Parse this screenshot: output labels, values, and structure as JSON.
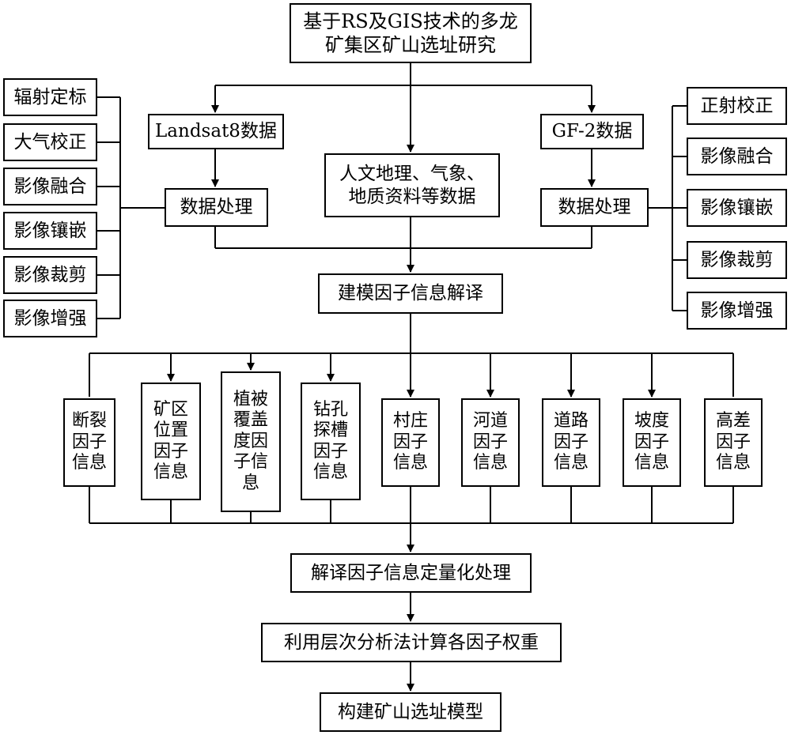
{
  "title": "基于RS及GIS技术的多龙\n矿集区矿山选址研究",
  "landsat": {
    "source": "Landsat8数据",
    "process": "数据处理",
    "steps": [
      "辐射定标",
      "大气校正",
      "影像融合",
      "影像镶嵌",
      "影像裁剪",
      "影像增强"
    ]
  },
  "gf2": {
    "source": "GF-2数据",
    "process": "数据处理",
    "steps": [
      "正射校正",
      "影像融合",
      "影像镶嵌",
      "影像裁剪",
      "影像增强"
    ]
  },
  "other_data": "人文地理、气象、\n地质资料等数据",
  "interpretation": "建模因子信息解译",
  "factors": [
    "断裂因子信息",
    "矿区位置因子信息",
    "植被覆盖度因子信息",
    "钻孔探槽因子信息",
    "村庄因子信息",
    "河道因子信息",
    "道路因子信息",
    "坡度因子信息",
    "高差因子信息"
  ],
  "quantify": "解译因子信息定量化处理",
  "ahp": "利用层次分析法计算各因子权重",
  "model": "构建矿山选址模型"
}
